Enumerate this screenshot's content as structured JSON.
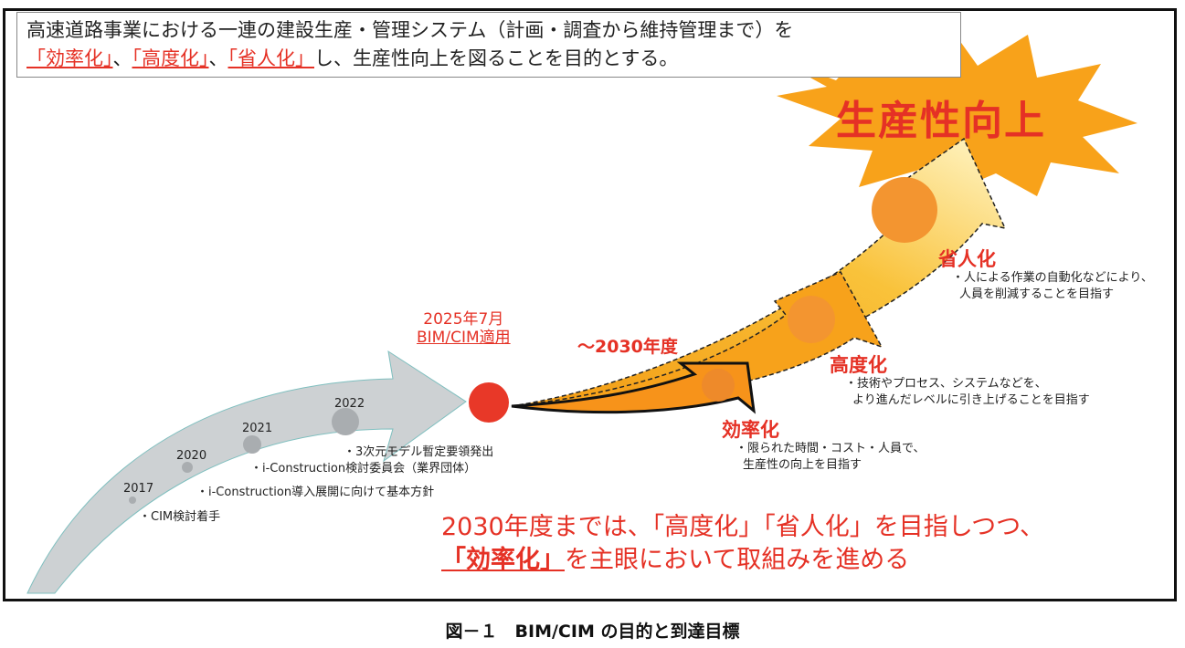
{
  "header": {
    "line1": "高速道路事業における一連の建設生産・管理システム（計画・調査から維持管理まで）を",
    "goals": [
      "「効率化」",
      "「高度化」",
      "「省人化」"
    ],
    "separator": "、",
    "line2_rest": "し、生産性向上を図ることを目的とする。"
  },
  "burst_label": "生産性向上",
  "timeline": [
    {
      "year": "2017",
      "event": "・CIM検討着手"
    },
    {
      "year": "2020",
      "event": "・i-Construction導入展開に向けて基本方針"
    },
    {
      "year": "2021",
      "event": "・i-Construction検討委員会（業界団体）"
    },
    {
      "year": "2022",
      "event": "・3次元モデル暫定要領発出"
    }
  ],
  "milestone": {
    "date": "2025年7月",
    "label": "BIM/CIM適用"
  },
  "target": "～2030年度",
  "stages": [
    {
      "title": "効率化",
      "desc": [
        "・限られた時間・コスト・人員で、",
        "生産性の向上を目指す"
      ]
    },
    {
      "title": "高度化",
      "desc": [
        "・技術やプロセス、システムなどを、",
        "より進んだレベルに引き上げることを目指す"
      ]
    },
    {
      "title": "省人化",
      "desc": [
        "・人による作業の自動化などにより、",
        "人員を削減することを目指す"
      ]
    }
  ],
  "summary": {
    "line1": "2030年度までは、「高度化」「省人化」を目指しつつ、",
    "line2_emph": "「効率化」",
    "line2_rest": "を主眼において取組みを進める"
  },
  "caption": "図－１　BIM/CIM の目的と到達目標",
  "colors": {
    "red": "#e53125",
    "orange": "#f7a21b",
    "gray": "#cdd1d3"
  }
}
